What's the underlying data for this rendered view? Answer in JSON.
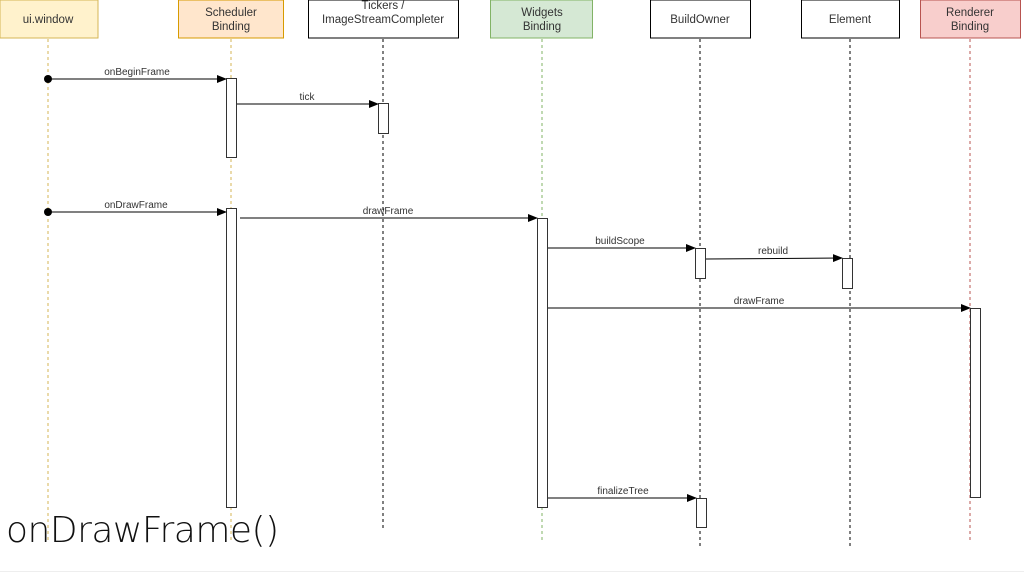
{
  "slide": {
    "title": "onDrawFrame()"
  },
  "participants": [
    {
      "id": "ui_window",
      "lines": [
        "ui.window"
      ],
      "fill": "#fff2cc",
      "stroke": "#d6b656",
      "lifeline": "#d6b656"
    },
    {
      "id": "scheduler",
      "lines": [
        "Scheduler",
        "Binding"
      ],
      "fill": "#ffe6cc",
      "stroke": "#d79b00",
      "lifeline": "#d6b656"
    },
    {
      "id": "tickers",
      "lines": [
        "Tickers /",
        "ImageStreamCompleter"
      ],
      "fill": "#ffffff",
      "stroke": "#000000",
      "lifeline": "#000000"
    },
    {
      "id": "widgets",
      "lines": [
        "Widgets",
        "Binding"
      ],
      "fill": "#d5e8d4",
      "stroke": "#82b366",
      "lifeline": "#82b366"
    },
    {
      "id": "buildowner",
      "lines": [
        "BuildOwner"
      ],
      "fill": "#ffffff",
      "stroke": "#000000",
      "lifeline": "#000000"
    },
    {
      "id": "element",
      "lines": [
        "Element"
      ],
      "fill": "#ffffff",
      "stroke": "#000000",
      "lifeline": "#000000"
    },
    {
      "id": "renderer",
      "lines": [
        "Renderer",
        "Binding"
      ],
      "fill": "#f8cecc",
      "stroke": "#b85450",
      "lifeline": "#b85450"
    }
  ],
  "messages": [
    {
      "id": "onBeginFrame",
      "label": "onBeginFrame",
      "from": "ui_window",
      "to": "scheduler",
      "found": true
    },
    {
      "id": "tick",
      "label": "tick",
      "from": "scheduler",
      "to": "tickers",
      "found": false
    },
    {
      "id": "onDrawFrame",
      "label": "onDrawFrame",
      "from": "ui_window",
      "to": "scheduler",
      "found": true
    },
    {
      "id": "drawFrame1",
      "label": "drawFrame",
      "from": "scheduler",
      "to": "widgets",
      "found": false
    },
    {
      "id": "buildScope",
      "label": "buildScope",
      "from": "widgets",
      "to": "buildowner",
      "found": false
    },
    {
      "id": "rebuild",
      "label": "rebuild",
      "from": "buildowner",
      "to": "element",
      "found": false
    },
    {
      "id": "drawFrame2",
      "label": "drawFrame",
      "from": "widgets",
      "to": "renderer",
      "found": false
    },
    {
      "id": "finalizeTree",
      "label": "finalizeTree",
      "from": "widgets",
      "to": "buildowner",
      "found": false
    }
  ]
}
